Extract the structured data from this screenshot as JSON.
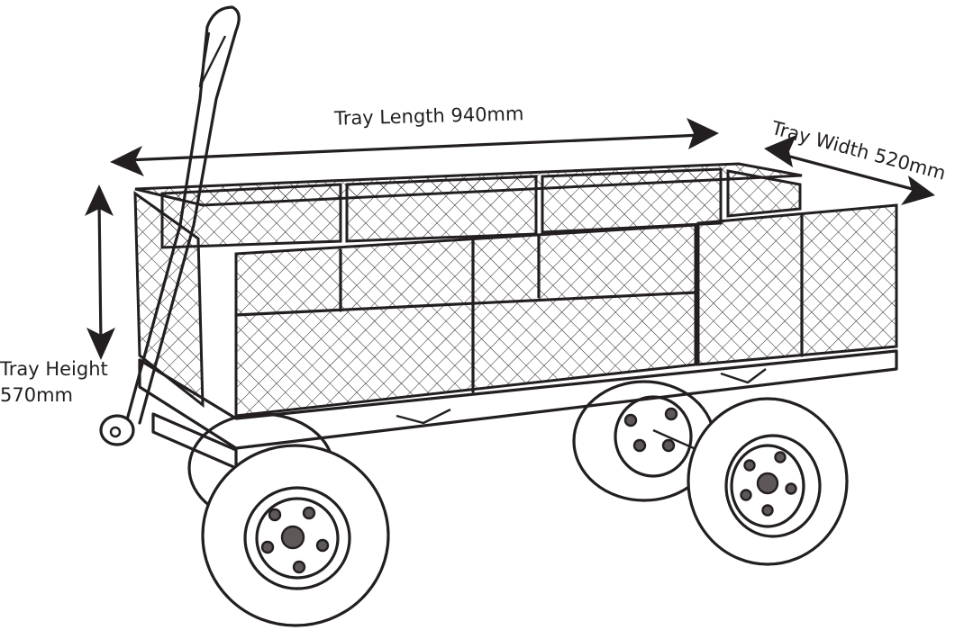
{
  "diagram": {
    "subject": "Garden cart / trolley with mesh sides",
    "annotations": {
      "length": {
        "label": "Tray Length 940mm",
        "value_mm": 940
      },
      "width": {
        "label": "Tray Width 520mm",
        "value_mm": 520
      },
      "height": {
        "line1": "Tray Height",
        "line2": "570mm",
        "value_mm": 570
      }
    },
    "colors": {
      "line": "#231f20",
      "hub": "#5e5859",
      "background": "#ffffff"
    },
    "parts": [
      "handle",
      "tray",
      "mesh-side-panels",
      "chassis",
      "front-left-wheel",
      "rear-left-wheel",
      "rear-right-wheel",
      "front-right-wheel"
    ]
  }
}
